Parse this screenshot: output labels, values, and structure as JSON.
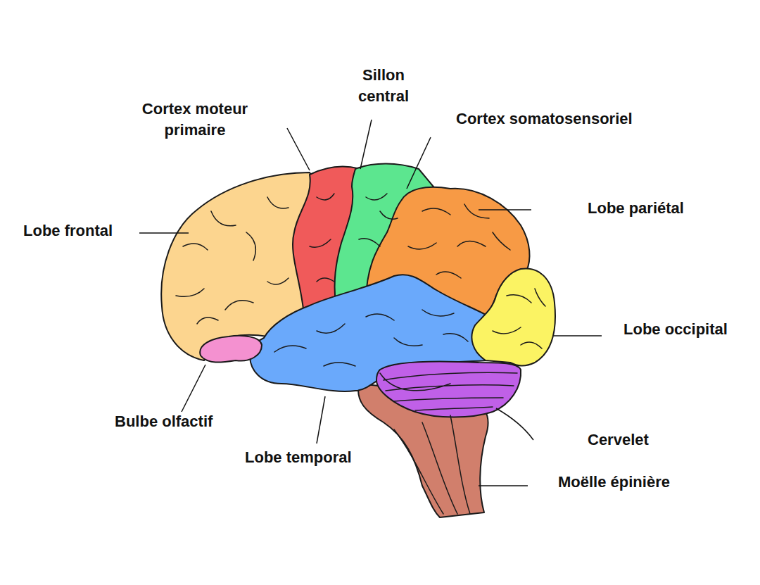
{
  "diagram": {
    "labels": [
      "Sillon central",
      "Cortex moteur primaire",
      "Cortex somatosensoriel",
      "Lobe pariétal",
      "Lobe frontal",
      "Lobe occipital",
      "Bulbe olfactif",
      "Cervelet",
      "Lobe temporal",
      "Moëlle épinière"
    ]
  }
}
